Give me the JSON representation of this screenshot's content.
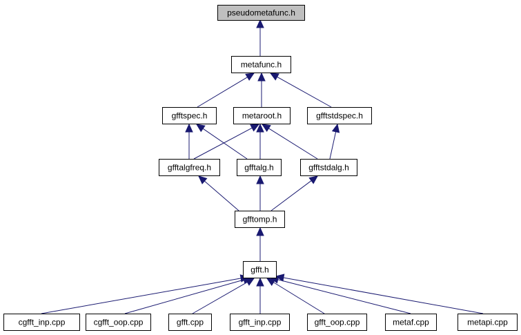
{
  "diagram": {
    "colors": {
      "edge": "#191970",
      "node_border": "#000000",
      "current_fill": "#bfbfbf",
      "node_fill": "#ffffff"
    },
    "nodes": {
      "pseudometafunc": "pseudometafunc.h",
      "metafunc": "metafunc.h",
      "gfftspec": "gfftspec.h",
      "metaroot": "metaroot.h",
      "gfftstdspec": "gfftstdspec.h",
      "gfftalgfreq": "gfftalgfreq.h",
      "gfftalg": "gfftalg.h",
      "gfftstdalg": "gfftstdalg.h",
      "gfftomp": "gfftomp.h",
      "gfft": "gfft.h",
      "cgfft_inp": "cgfft_inp.cpp",
      "cgfft_oop": "cgfft_oop.cpp",
      "gfft_cpp": "gfft.cpp",
      "gfft_inp": "gfft_inp.cpp",
      "gfft_oop": "gfft_oop.cpp",
      "metaf": "metaf.cpp",
      "metapi": "metapi.cpp"
    },
    "edges": [
      [
        "metafunc",
        "pseudometafunc"
      ],
      [
        "gfftspec",
        "metafunc"
      ],
      [
        "metaroot",
        "metafunc"
      ],
      [
        "gfftstdspec",
        "metafunc"
      ],
      [
        "gfftalgfreq",
        "gfftspec"
      ],
      [
        "gfftalg",
        "gfftspec"
      ],
      [
        "gfftalgfreq",
        "metaroot"
      ],
      [
        "gfftalg",
        "metaroot"
      ],
      [
        "gfftstdalg",
        "metaroot"
      ],
      [
        "gfftstdalg",
        "gfftstdspec"
      ],
      [
        "gfftomp",
        "gfftalgfreq"
      ],
      [
        "gfftomp",
        "gfftalg"
      ],
      [
        "gfftomp",
        "gfftstdalg"
      ],
      [
        "gfft",
        "gfftomp"
      ],
      [
        "cgfft_inp",
        "gfft"
      ],
      [
        "cgfft_oop",
        "gfft"
      ],
      [
        "gfft_cpp",
        "gfft"
      ],
      [
        "gfft_inp",
        "gfft"
      ],
      [
        "gfft_oop",
        "gfft"
      ],
      [
        "metaf",
        "gfft"
      ],
      [
        "metapi",
        "gfft"
      ]
    ]
  }
}
